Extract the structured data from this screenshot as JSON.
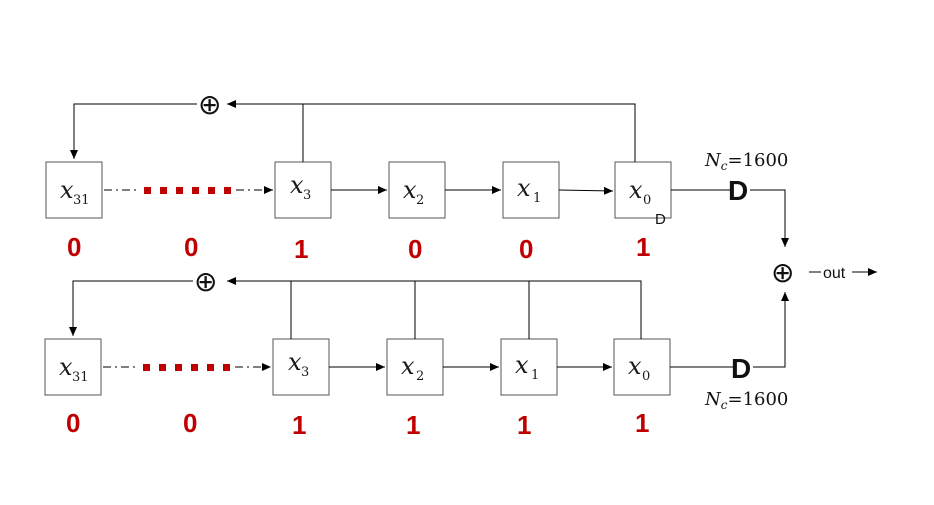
{
  "top_register": {
    "cells": [
      {
        "var": "x",
        "sub": "31",
        "bit": "0"
      },
      {
        "var": "x",
        "sub": "3",
        "bit": "1"
      },
      {
        "var": "x",
        "sub": "2",
        "bit": "0"
      },
      {
        "var": "x",
        "sub": "1",
        "bit": "0"
      },
      {
        "var": "x",
        "sub": "0",
        "bit": "1"
      }
    ],
    "gap_bit": "0",
    "x0_extra_label": "D",
    "nc_label_prefix": "N",
    "nc_label_sub": "c",
    "nc_label_suffix": "=1600",
    "delay_label": "D"
  },
  "bottom_register": {
    "cells": [
      {
        "var": "x",
        "sub": "31",
        "bit": "0"
      },
      {
        "var": "x",
        "sub": "3",
        "bit": "1"
      },
      {
        "var": "x",
        "sub": "2",
        "bit": "1"
      },
      {
        "var": "x",
        "sub": "1",
        "bit": "1"
      },
      {
        "var": "x",
        "sub": "0",
        "bit": "1"
      }
    ],
    "gap_bit": "0",
    "nc_label_prefix": "N",
    "nc_label_sub": "c",
    "nc_label_suffix": "=1600",
    "delay_label": "D"
  },
  "xor_symbol": "⊕",
  "output_label": "out",
  "colors": {
    "bits": "#c00000",
    "dots": "#c00000",
    "lines": "#000000"
  }
}
